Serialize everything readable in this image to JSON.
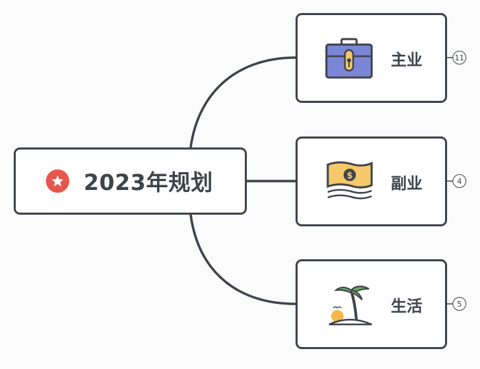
{
  "root": {
    "title": "2023年规划",
    "icon": "star-icon",
    "icon_color": "#e8554d"
  },
  "branches": [
    {
      "label": "主业",
      "count": "11",
      "icon": "briefcase-icon"
    },
    {
      "label": "副业",
      "count": "4",
      "icon": "money-icon"
    },
    {
      "label": "生活",
      "count": "5",
      "icon": "palm-island-icon"
    }
  ],
  "colors": {
    "line": "#3f434a",
    "background": "#fbfbfb",
    "node_fill": "#ffffff",
    "briefcase": "#7c86d6",
    "money": "#f5c86a",
    "palm_leaf": "#6aa968",
    "sun": "#f5b84a"
  }
}
